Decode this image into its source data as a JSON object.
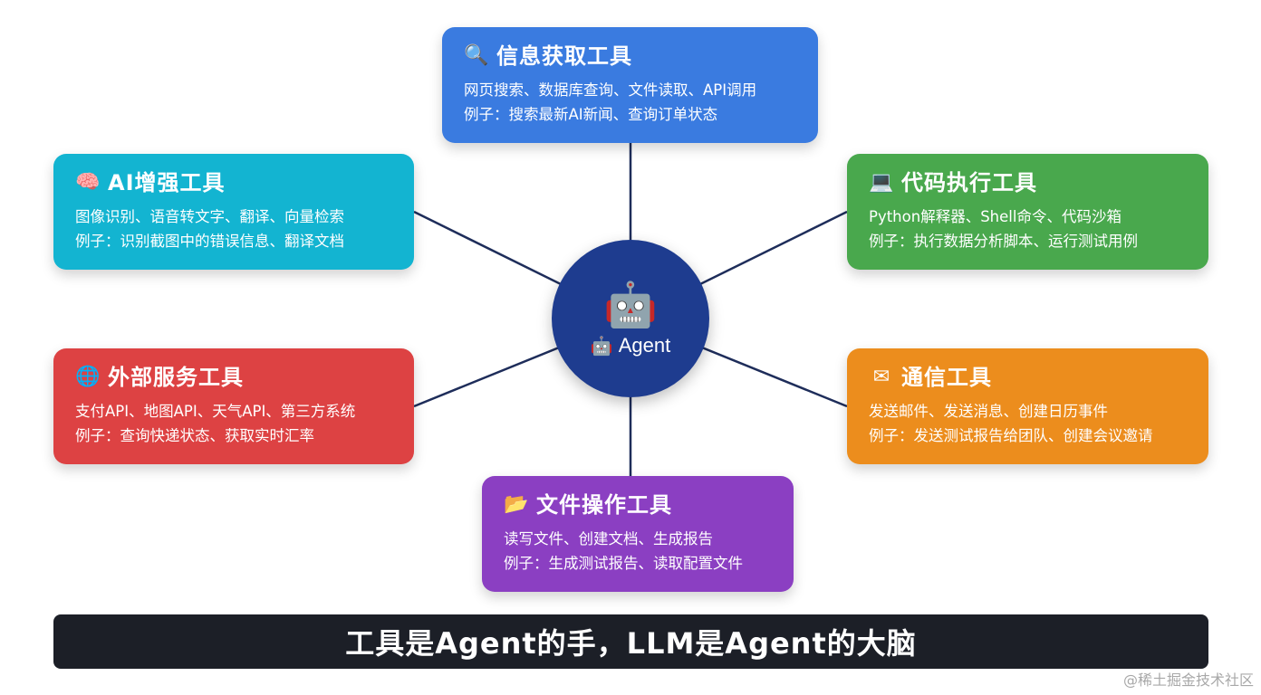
{
  "center": {
    "big_icon": "robot-face",
    "small_icon": "robot-face",
    "label": "Agent"
  },
  "cards": {
    "info": {
      "icon": "magnifier",
      "title": "信息获取工具",
      "line1": "网页搜索、数据库查询、文件读取、API调用",
      "line2": "例子：搜索最新AI新闻、查询订单状态",
      "color": "#3a7be0"
    },
    "ai": {
      "icon": "brain",
      "title": "AI增强工具",
      "line1": "图像识别、语音转文字、翻译、向量检索",
      "line2": "例子：识别截图中的错误信息、翻译文档",
      "color": "#13b4d1"
    },
    "code": {
      "icon": "laptop",
      "title": "代码执行工具",
      "line1": "Python解释器、Shell命令、代码沙箱",
      "line2": "例子：执行数据分析脚本、运行测试用例",
      "color": "#49a84d"
    },
    "ext": {
      "icon": "globe",
      "title": "外部服务工具",
      "line1": "支付API、地图API、天气API、第三方系统",
      "line2": "例子：查询快递状态、获取实时汇率",
      "color": "#dd4243"
    },
    "comm": {
      "icon": "envelope",
      "title": "通信工具",
      "line1": "发送邮件、发送消息、创建日历事件",
      "line2": "例子：发送测试报告给团队、创建会议邀请",
      "color": "#ec8d1d"
    },
    "file": {
      "icon": "open-folder",
      "title": "文件操作工具",
      "line1": "读写文件、创建文档、生成报告",
      "line2": "例子：生成测试报告、读取配置文件",
      "color": "#8b3fc2"
    }
  },
  "banner": {
    "text": "工具是Agent的手，LLM是Agent的大脑"
  },
  "watermark": {
    "text": "@稀土掘金技术社区"
  },
  "colors": {
    "center": "#1e3c8f",
    "connector": "#1e2d5a",
    "banner": "#1c1f27"
  }
}
